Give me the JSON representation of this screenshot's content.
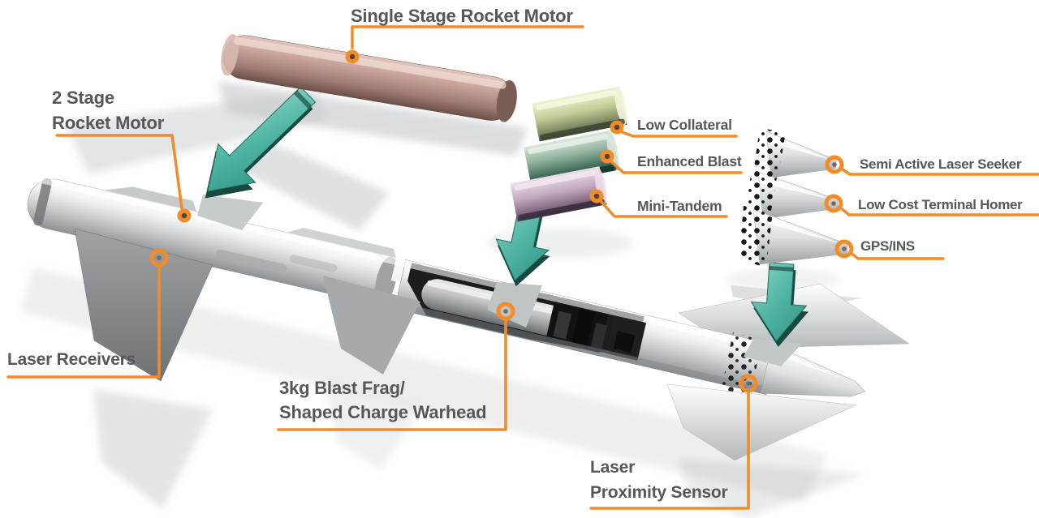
{
  "callouts": {
    "single_stage_rocket_motor": {
      "label": "Single Stage Rocket Motor"
    },
    "two_stage_rocket_motor": {
      "line1": "2 Stage",
      "line2": "Rocket Motor"
    },
    "low_collateral": {
      "label": "Low Collateral"
    },
    "enhanced_blast": {
      "label": "Enhanced Blast"
    },
    "mini_tandem": {
      "label": "Mini-Tandem"
    },
    "semi_active_laser_seeker": {
      "label": "Semi Active Laser Seeker"
    },
    "low_cost_terminal_homer": {
      "label": "Low Cost Terminal Homer"
    },
    "gps_ins": {
      "label": "GPS/INS"
    },
    "laser_receivers": {
      "label": "Laser Receivers"
    },
    "warhead": {
      "line1": "3kg Blast Frag/",
      "line2": "Shaped Charge Warhead"
    },
    "laser_proximity_sensor": {
      "line1": "Laser",
      "line2": "Proximity Sensor"
    }
  },
  "colors": {
    "callout_orange": "#F28C28",
    "transfer_arrow_teal": "#4FB4A3",
    "label_text_gray": "#56575B",
    "motor_copper": "#B98F85",
    "cylinder_low_collateral": "#C2CC97",
    "cylinder_enhanced_blast": "#93B49E",
    "cylinder_mini_tandem": "#C3A9BF",
    "missile_body": "#CDD1D2",
    "background": "#FFFFFF"
  }
}
